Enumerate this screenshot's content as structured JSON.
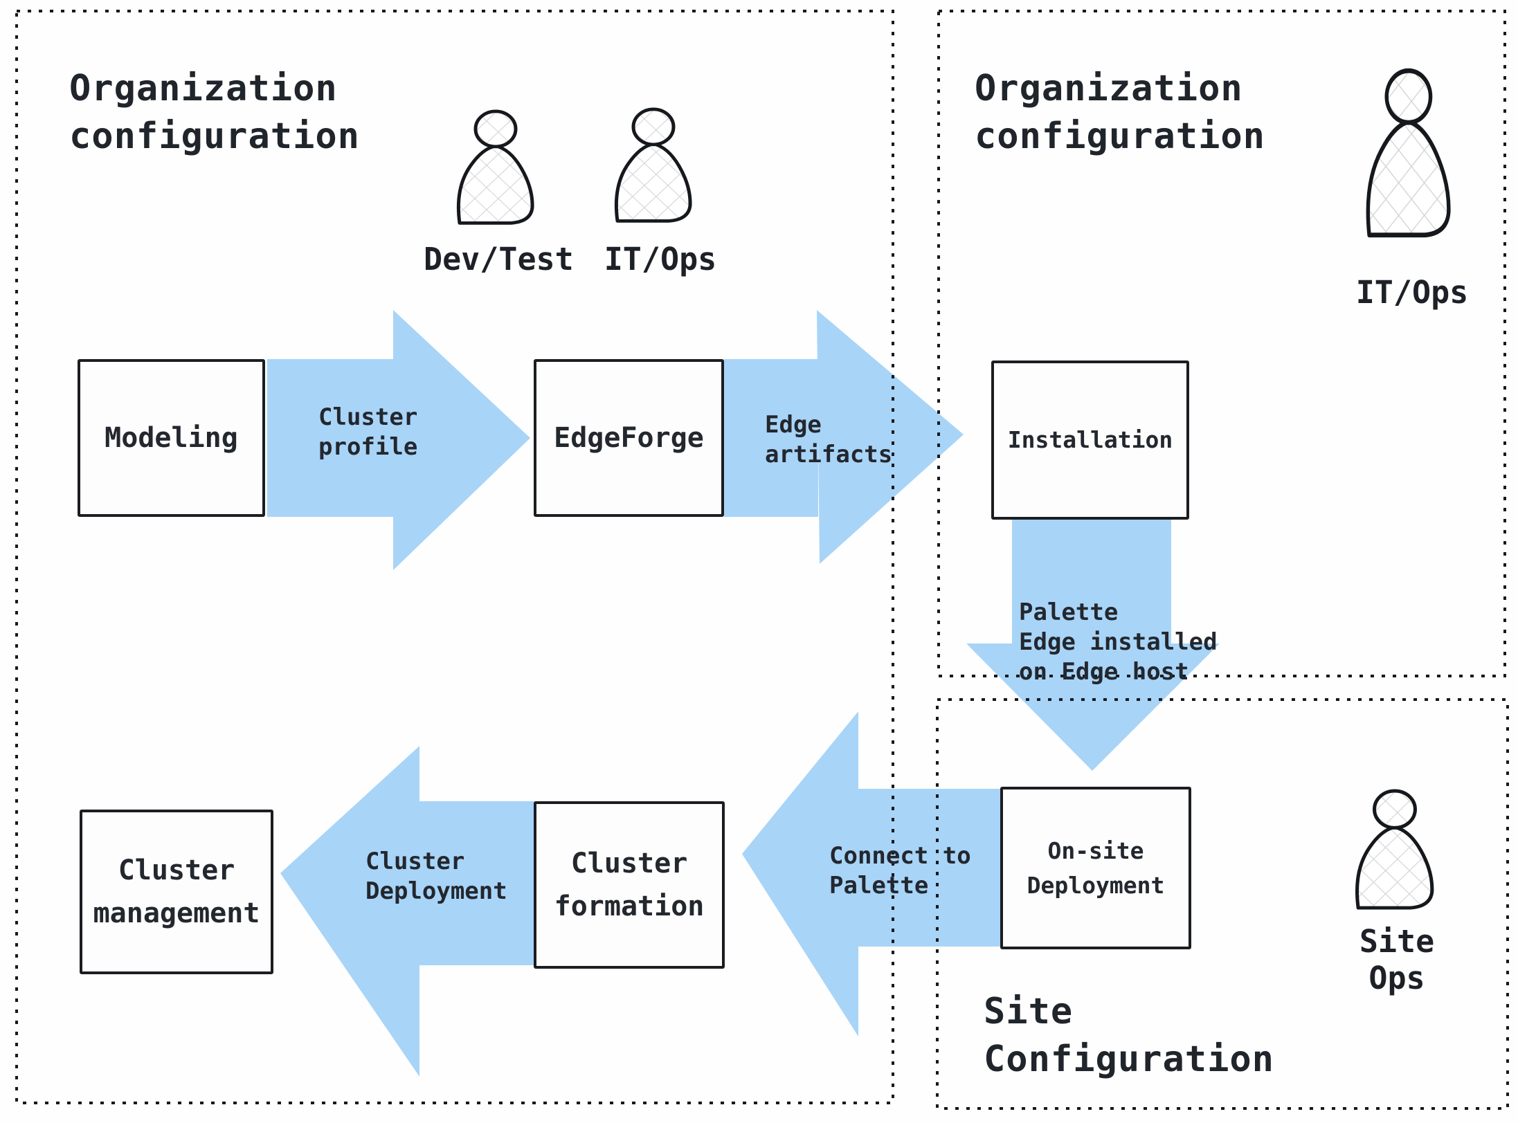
{
  "diagram": {
    "regions": {
      "org_left": {
        "title": "Organization\nconfiguration"
      },
      "org_right": {
        "title": "Organization\nconfiguration"
      },
      "site": {
        "title": "Site\nConfiguration"
      }
    },
    "personas": {
      "dev_test": {
        "label": "Dev/Test"
      },
      "it_ops_left": {
        "label": "IT/Ops"
      },
      "it_ops_right": {
        "label": "IT/Ops"
      },
      "site_ops": {
        "label": "Site Ops"
      }
    },
    "nodes": {
      "modeling": {
        "label": "Modeling"
      },
      "edgeforge": {
        "label": "EdgeForge"
      },
      "installation": {
        "label": "Installation"
      },
      "cluster_management": {
        "label": "Cluster\nmanagement"
      },
      "cluster_formation": {
        "label": "Cluster\nformation"
      },
      "onsite_deployment": {
        "label": "On-site\nDeployment"
      }
    },
    "flows": {
      "cluster_profile": {
        "label": "Cluster\nprofile",
        "from": "Modeling",
        "to": "EdgeForge",
        "direction": "right"
      },
      "edge_artifacts": {
        "label": "Edge\nartifacts",
        "from": "EdgeForge",
        "to": "Installation",
        "direction": "right"
      },
      "palette_installed": {
        "label": "Palette\nEdge installed\non Edge host",
        "from": "Installation",
        "to": "On-site Deployment",
        "direction": "down"
      },
      "connect_palette": {
        "label": "Connect to\nPalette",
        "from": "On-site Deployment",
        "to": "Cluster formation",
        "direction": "left"
      },
      "cluster_deploy": {
        "label": "Cluster\nDeployment",
        "from": "Cluster formation",
        "to": "Cluster management",
        "direction": "left"
      }
    },
    "colors": {
      "arrow_fill": "#a8d4f7",
      "ink": "#23272e",
      "hatch_line": "#d6d6d6",
      "background": "#ffffff"
    }
  }
}
